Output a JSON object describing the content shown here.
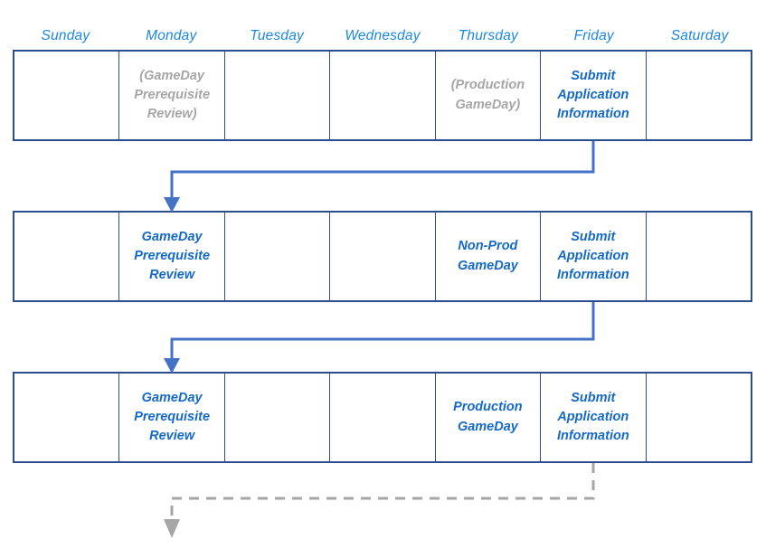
{
  "diagram": {
    "title": "GameDay weekly schedule flow",
    "colors": {
      "table_border": "#2d4e8e",
      "header_text": "#1c86e0",
      "active_text": "#1569c7",
      "inactive_text": "#a6a6a6",
      "solid_connector": "#4472c4",
      "dashed_connector": "#a6a6a6"
    }
  },
  "day_headers": [
    {
      "label": "Sunday"
    },
    {
      "label": "Monday"
    },
    {
      "label": "Tuesday"
    },
    {
      "label": "Wednesday"
    },
    {
      "label": "Thursday"
    },
    {
      "label": "Friday"
    },
    {
      "label": "Saturday"
    }
  ],
  "weeks": [
    {
      "name": "week-1",
      "cells": [
        {
          "day": "Sunday",
          "text": "",
          "state": "empty"
        },
        {
          "day": "Monday",
          "text": "(GameDay\nPrerequisite\nReview)",
          "state": "inactive"
        },
        {
          "day": "Tuesday",
          "text": "",
          "state": "empty"
        },
        {
          "day": "Wednesday",
          "text": "",
          "state": "empty"
        },
        {
          "day": "Thursday",
          "text": "(Production\nGameDay)",
          "state": "inactive"
        },
        {
          "day": "Friday",
          "text": "Submit\nApplication\nInformation",
          "state": "active"
        },
        {
          "day": "Saturday",
          "text": "",
          "state": "empty"
        }
      ]
    },
    {
      "name": "week-2",
      "cells": [
        {
          "day": "Sunday",
          "text": "",
          "state": "empty"
        },
        {
          "day": "Monday",
          "text": "GameDay\nPrerequisite\nReview",
          "state": "active"
        },
        {
          "day": "Tuesday",
          "text": "",
          "state": "empty"
        },
        {
          "day": "Wednesday",
          "text": "",
          "state": "empty"
        },
        {
          "day": "Thursday",
          "text": "Non-Prod\nGameDay",
          "state": "active"
        },
        {
          "day": "Friday",
          "text": "Submit\nApplication\nInformation",
          "state": "active"
        },
        {
          "day": "Saturday",
          "text": "",
          "state": "empty"
        }
      ]
    },
    {
      "name": "week-3",
      "cells": [
        {
          "day": "Sunday",
          "text": "",
          "state": "empty"
        },
        {
          "day": "Monday",
          "text": "GameDay\nPrerequisite\nReview",
          "state": "active"
        },
        {
          "day": "Tuesday",
          "text": "",
          "state": "empty"
        },
        {
          "day": "Wednesday",
          "text": "",
          "state": "empty"
        },
        {
          "day": "Thursday",
          "text": "Production\nGameDay",
          "state": "active"
        },
        {
          "day": "Friday",
          "text": "Submit\nApplication\nInformation",
          "state": "active"
        },
        {
          "day": "Saturday",
          "text": "",
          "state": "empty"
        }
      ]
    }
  ],
  "connectors": [
    {
      "name": "connector-week1-friday-to-week2-monday",
      "style": "solid",
      "color": "#4472c4",
      "from": "week-1 Friday",
      "to": "week-2 Monday"
    },
    {
      "name": "connector-week2-friday-to-week3-monday",
      "style": "solid",
      "color": "#4472c4",
      "from": "week-2 Friday",
      "to": "week-3 Monday"
    },
    {
      "name": "connector-week3-friday-to-next-week",
      "style": "dashed",
      "color": "#a6a6a6",
      "from": "week-3 Friday",
      "to": "next-week Monday"
    }
  ]
}
